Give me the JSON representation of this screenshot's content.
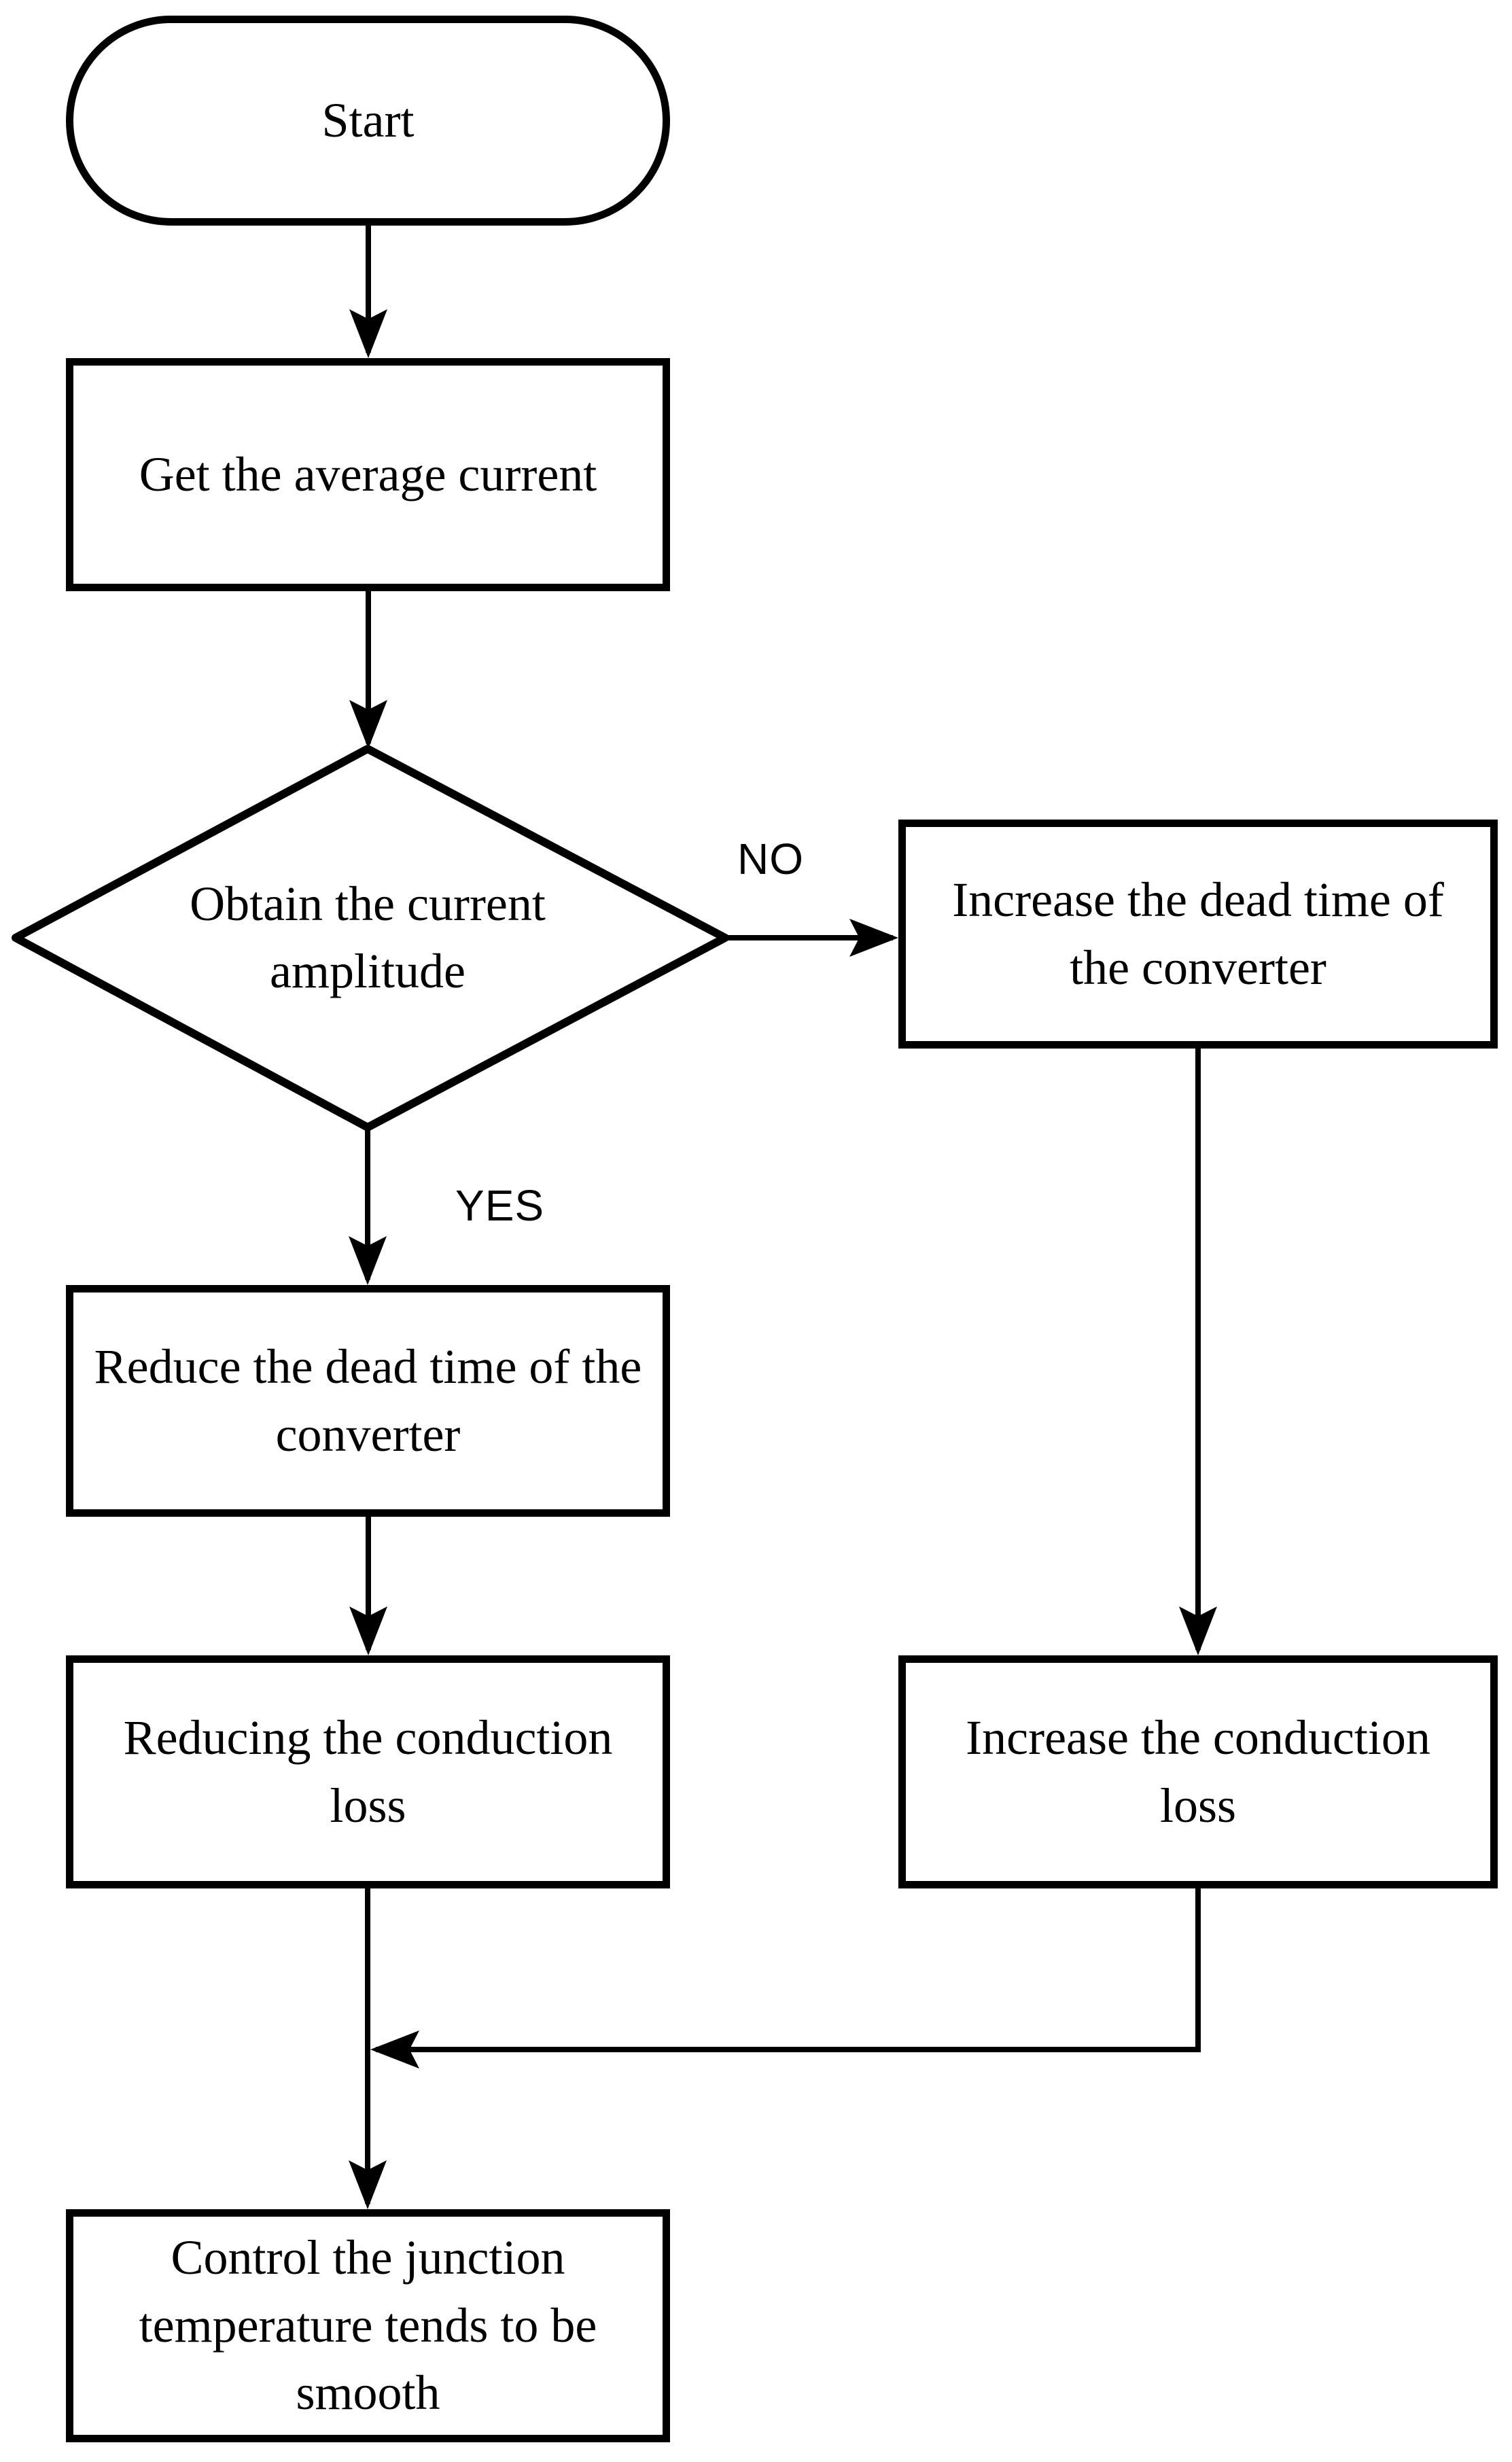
{
  "diagram": {
    "type": "flowchart",
    "colors": {
      "line": "#000000",
      "shape_fill": "#ffffff",
      "text": "#000000",
      "background": "#ffffff"
    },
    "nodes": {
      "start": {
        "shape": "terminator",
        "label": "Start"
      },
      "get_average": {
        "shape": "process",
        "label": "Get the average current"
      },
      "decision": {
        "shape": "decision",
        "label": "Obtain the current amplitude"
      },
      "increase_dead_time": {
        "shape": "process",
        "label": "Increase the dead time of the converter"
      },
      "reduce_dead_time": {
        "shape": "process",
        "label": "Reduce the dead time of the converter"
      },
      "reducing_loss": {
        "shape": "process",
        "label": "Reducing the conduction loss"
      },
      "increase_loss": {
        "shape": "process",
        "label": "Increase the conduction loss"
      },
      "control_temp": {
        "shape": "process",
        "label": "Control the junction temperature tends to be smooth"
      }
    },
    "edge_labels": {
      "no": "NO",
      "yes": "YES"
    },
    "edges": [
      {
        "from": "start",
        "to": "get_average"
      },
      {
        "from": "get_average",
        "to": "decision"
      },
      {
        "from": "decision",
        "to": "increase_dead_time",
        "label": "NO"
      },
      {
        "from": "decision",
        "to": "reduce_dead_time",
        "label": "YES"
      },
      {
        "from": "reduce_dead_time",
        "to": "reducing_loss"
      },
      {
        "from": "increase_dead_time",
        "to": "increase_loss"
      },
      {
        "from": "reducing_loss",
        "to": "control_temp"
      },
      {
        "from": "increase_loss",
        "to": "control_temp"
      }
    ]
  }
}
